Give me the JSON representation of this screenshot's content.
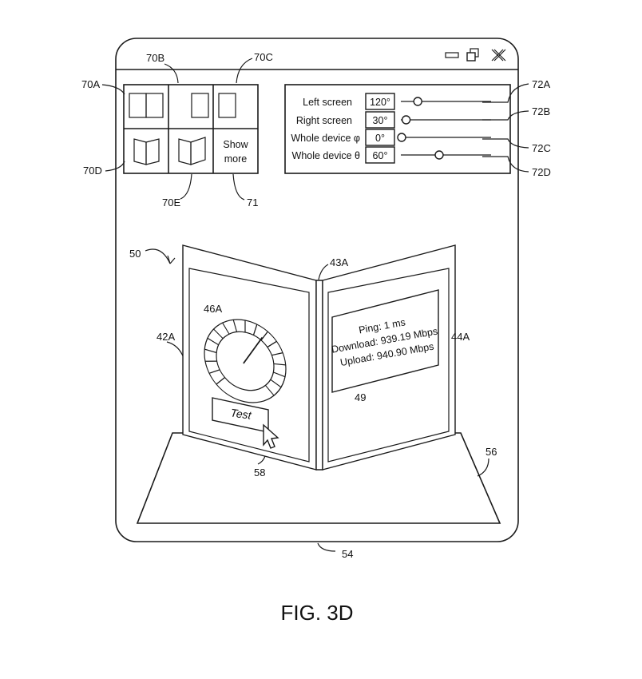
{
  "window": {
    "controls": [
      "minimize-icon",
      "restore-icon",
      "close-icon"
    ]
  },
  "layouts": {
    "tiles": [
      {
        "id": "70A",
        "kind": "two-screens"
      },
      {
        "id": "70B",
        "kind": "single-screen"
      },
      {
        "id": "70C",
        "kind": "single-screen-small"
      },
      {
        "id": "70D",
        "kind": "open-book"
      },
      {
        "id": "70E",
        "kind": "folded-book"
      }
    ],
    "show_more_line1": "Show",
    "show_more_line2": "more"
  },
  "sliders": [
    {
      "label": "Left screen",
      "value": "120°",
      "ref": "72A",
      "level": 0.18
    },
    {
      "label": "Right screen",
      "value": "30°",
      "ref": "72B",
      "level": 0.05
    },
    {
      "label": "Whole device φ",
      "value": "0°",
      "ref": "72C",
      "level": 0.0
    },
    {
      "label": "Whole device θ",
      "value": "60°",
      "ref": "72D",
      "level": 0.42
    }
  ],
  "device": {
    "results_line1": "Ping: 1 ms",
    "results_line2": "Download: 939.19 Mbps",
    "results_line3": "Upload: 940.90 Mbps",
    "test_button_label": "Test",
    "gauge_level": 0.62
  },
  "refs": {
    "r70A": "70A",
    "r70B": "70B",
    "r70C": "70C",
    "r70D": "70D",
    "r70E": "70E",
    "r71": "71",
    "r72A": "72A",
    "r72B": "72B",
    "r72C": "72C",
    "r72D": "72D",
    "r50": "50",
    "r43A": "43A",
    "r46A": "46A",
    "r42A": "42A",
    "r44A": "44A",
    "r49": "49",
    "r58": "58",
    "r56": "56",
    "r54": "54"
  },
  "figure_caption": "FIG. 3D"
}
